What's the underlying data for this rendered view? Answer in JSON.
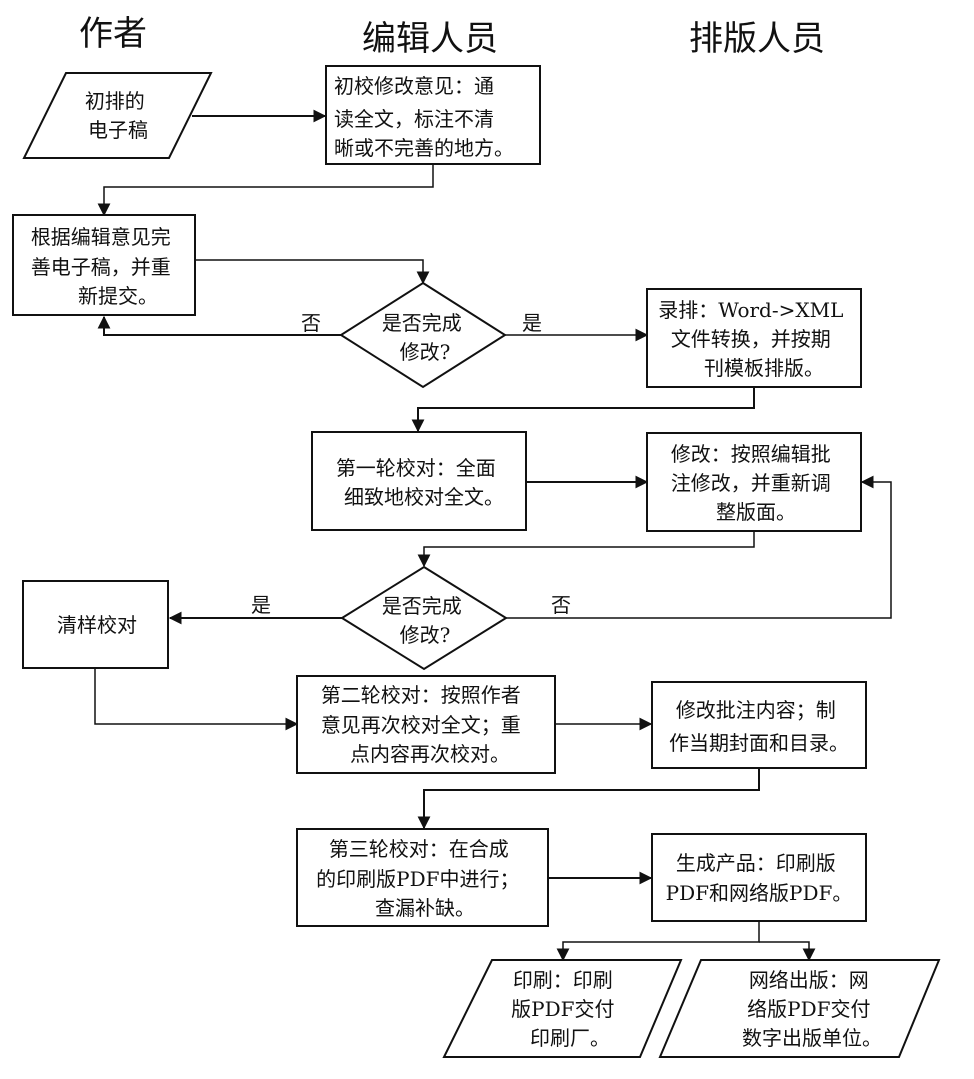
{
  "lanes": {
    "author": "作者",
    "editor": "编辑人员",
    "typesetter": "排版人员"
  },
  "nodes": {
    "draft": {
      "type": "io",
      "lines": [
        "初排的",
        "电子稿"
      ]
    },
    "first_review": {
      "type": "process",
      "lines": [
        "初校修改意见：通",
        "读全文，标注不清",
        "晰或不完善的地方。"
      ]
    },
    "revise_draft": {
      "type": "process",
      "lines": [
        "根据编辑意见完",
        "善电子稿，并重",
        "新提交。"
      ]
    },
    "decision1": {
      "type": "decision",
      "lines": [
        "是否完成",
        "修改?"
      ]
    },
    "typeset": {
      "type": "process",
      "lines": [
        "录排：Word->XML",
        "文件转换，并按期",
        "刊模板排版。"
      ]
    },
    "proof1": {
      "type": "process",
      "lines": [
        "第一轮校对：全面",
        "细致地校对全文。"
      ]
    },
    "revise_layout": {
      "type": "process",
      "lines": [
        "修改：按照编辑批",
        "注修改，并重新调",
        "整版面。"
      ]
    },
    "decision2": {
      "type": "decision",
      "lines": [
        "是否完成",
        "修改?"
      ]
    },
    "clean_proof": {
      "type": "process",
      "lines": [
        "清样校对"
      ]
    },
    "proof2": {
      "type": "process",
      "lines": [
        "第二轮校对：按照作者",
        "意见再次校对全文；重",
        "点内容再次校对。"
      ]
    },
    "revise_cover": {
      "type": "process",
      "lines": [
        "修改批注内容；制",
        "作当期封面和目录。"
      ]
    },
    "proof3": {
      "type": "process",
      "lines": [
        "第三轮校对：在合成",
        "的印刷版PDF中进行；",
        "查漏补缺。"
      ]
    },
    "generate": {
      "type": "process",
      "lines": [
        "生成产品：印刷版",
        "PDF和网络版PDF。"
      ]
    },
    "print": {
      "type": "io",
      "lines": [
        "印刷：印刷",
        "版PDF交付",
        "印刷厂。"
      ]
    },
    "online": {
      "type": "io",
      "lines": [
        "网络出版：网",
        "络版PDF交付",
        "数字出版单位。"
      ]
    }
  },
  "edge_labels": {
    "d1_no": "否",
    "d1_yes": "是",
    "d2_yes": "是",
    "d2_no": "否"
  }
}
